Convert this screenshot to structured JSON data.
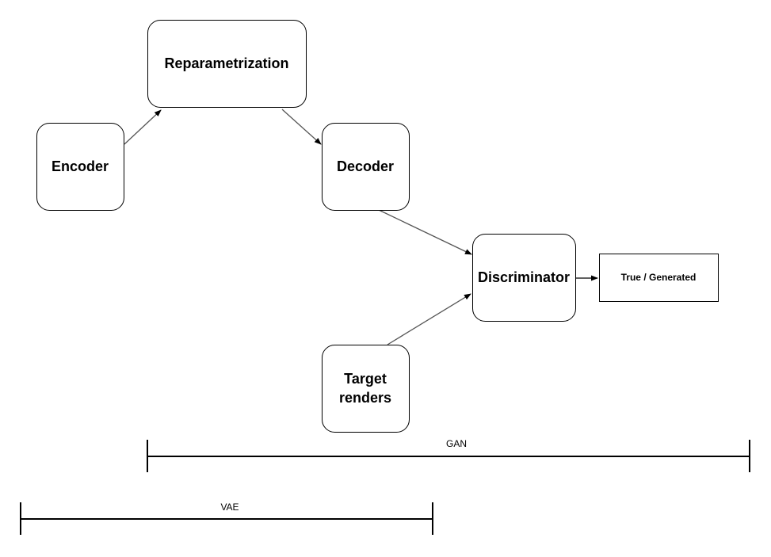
{
  "nodes": {
    "encoder": {
      "label": "Encoder"
    },
    "reparametrization": {
      "label": "Reparametrization"
    },
    "decoder": {
      "label": "Decoder"
    },
    "discriminator": {
      "label": "Discriminator"
    },
    "target_renders": {
      "label_line1": "Target",
      "label_line2": "renders"
    },
    "output": {
      "label": "True / Generated"
    }
  },
  "brackets": {
    "gan": {
      "label": "GAN"
    },
    "vae": {
      "label": "VAE"
    }
  },
  "colors": {
    "edge": "#555555",
    "stroke": "#000000",
    "background": "#ffffff"
  }
}
